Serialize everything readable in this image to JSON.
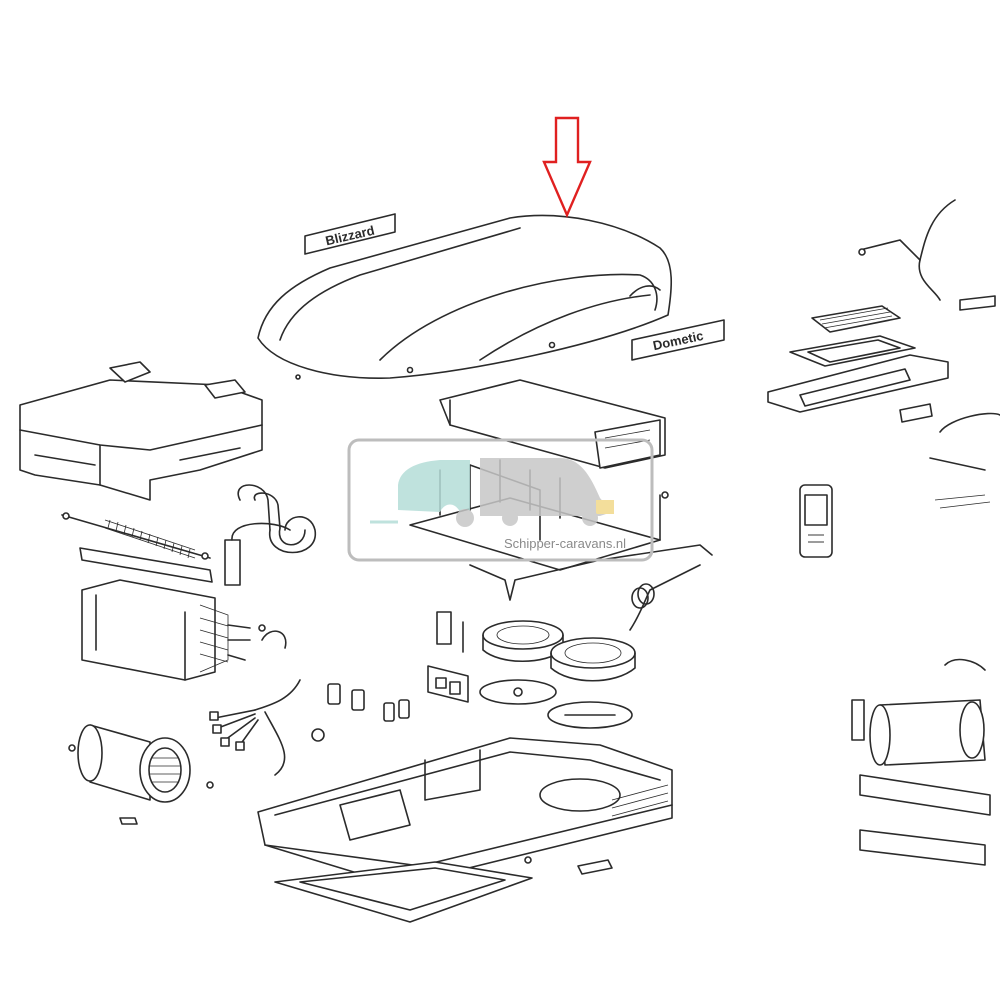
{
  "diagram": {
    "brand_label_top": "Blizzard",
    "brand_label_side": "Dometic",
    "watermark_text": "Schipper-caravans.nl",
    "colors": {
      "arrow": "#e02020",
      "line": "#2b2b2b",
      "watermark_teal": "#b5ddd8",
      "watermark_gray": "#c7c7c7",
      "watermark_yellow": "#f2d98a",
      "background": "#ffffff"
    }
  }
}
